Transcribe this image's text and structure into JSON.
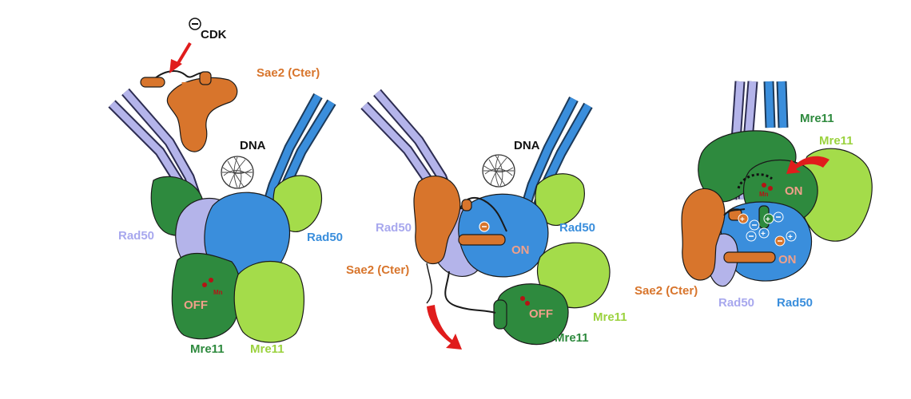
{
  "colors": {
    "rad50_light": "#b4b4ea",
    "rad50_blue": "#3a8edc",
    "mre11_dark": "#2e8a3e",
    "mre11_light": "#a4dc4a",
    "sae2_orange": "#d8752c",
    "arrow_red": "#e01c1c",
    "mn_dot": "#b41414",
    "state_text": "#f0a08a"
  },
  "panel1": {
    "cdk_label": "CDK",
    "phospho_symbol": "⊖",
    "sae2_label": "Sae2 (Cter)",
    "dna_label": "DNA",
    "rad50_left_label": "Rad50",
    "rad50_right_label": "Rad50",
    "mn_label": "Mn",
    "state_label": "OFF",
    "mre11_dark_label": "Mre11",
    "mre11_light_label": "Mre11"
  },
  "panel2": {
    "dna_label": "DNA",
    "rad50_left_label": "Rad50",
    "rad50_right_label": "Rad50",
    "sae2_label": "Sae2 (Cter)",
    "on_label": "ON",
    "off_label": "OFF",
    "mn_label": "",
    "mre11_light_label": "Mre11",
    "mre11_dark_label": "Mre11"
  },
  "panel3": {
    "mre11_dark_label": "Mre11",
    "mre11_light_label": "Mre11",
    "mn_label": "Mn",
    "on_top_label": "ON",
    "on_bottom_label": "ON",
    "sae2_label": "Sae2 (Cter)",
    "rad50_light_label": "Rad50",
    "rad50_blue_label": "Rad50"
  }
}
